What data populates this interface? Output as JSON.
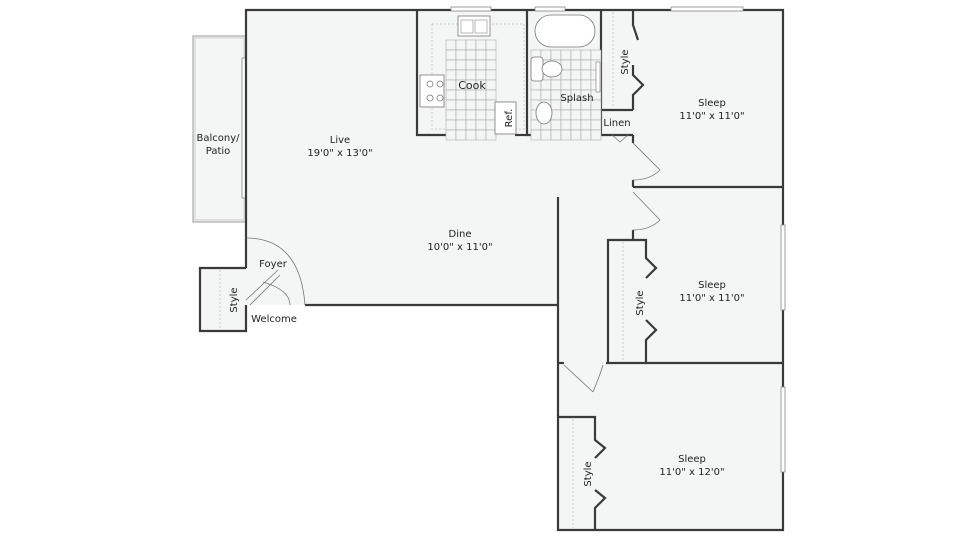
{
  "rooms": {
    "balcony": {
      "name_line1": "Balcony/",
      "name_line2": "Patio"
    },
    "live": {
      "name": "Live",
      "size": "19'0\" x 13'0\""
    },
    "dine": {
      "name": "Dine",
      "size": "10'0\" x 11'0\""
    },
    "cook": {
      "name": "Cook",
      "ref": "Ref."
    },
    "splash": {
      "name": "Splash"
    },
    "linen": {
      "name": "Linen"
    },
    "foyer": {
      "name": "Foyer"
    },
    "welcome": {
      "name": "Welcome"
    },
    "sleep1": {
      "name": "Sleep",
      "size": "11'0\" x 11'0\""
    },
    "sleep2": {
      "name": "Sleep",
      "size": "11'0\" x 11'0\""
    },
    "sleep3": {
      "name": "Sleep",
      "size": "11'0\" x 12'0\""
    },
    "closets": [
      "Style",
      "Style",
      "Style",
      "Style"
    ]
  }
}
